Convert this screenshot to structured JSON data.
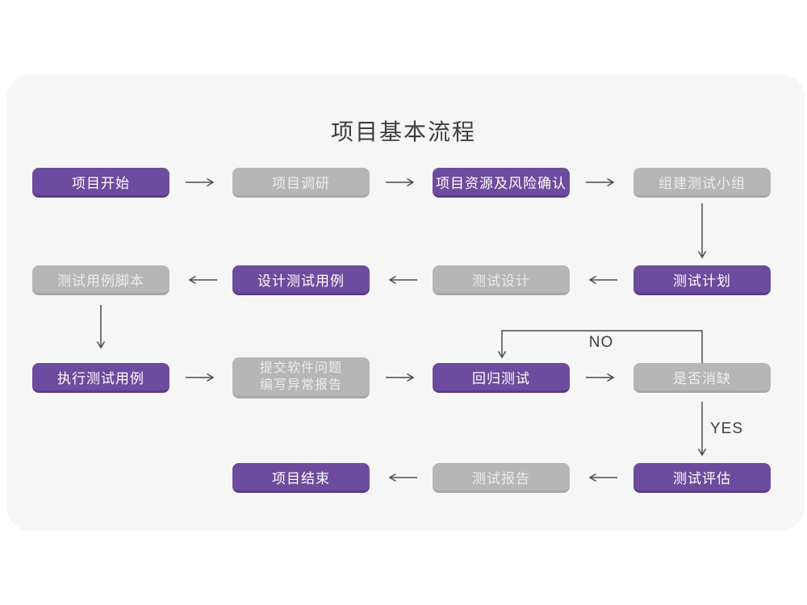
{
  "title": "项目基本流程",
  "decision_labels": {
    "no": "NO",
    "yes": "YES"
  },
  "colors": {
    "purple": "#6d4b9e",
    "purple_shadow": "#5a3c86",
    "gray": "#b6b6b6",
    "gray_shadow": "#a7a7a7",
    "arrow": "#4c4c4c",
    "canvas_background": "#f6f6f7",
    "page_background": "#ffffff",
    "title_text": "#3d3d3d"
  },
  "nodes": [
    {
      "label": "项目开始",
      "variant": "purple"
    },
    {
      "label": "项目调研",
      "variant": "gray"
    },
    {
      "label": "项目资源及风险确认",
      "variant": "purple"
    },
    {
      "label": "组建测试小组",
      "variant": "gray"
    },
    {
      "label": "测试计划",
      "variant": "purple"
    },
    {
      "label": "测试设计",
      "variant": "gray"
    },
    {
      "label": "设计测试用例",
      "variant": "purple"
    },
    {
      "label": "测试用例脚本",
      "variant": "gray"
    },
    {
      "label": "执行测试用例",
      "variant": "purple"
    },
    {
      "label": "提交软件问题\n编写异常报告",
      "variant": "gray"
    },
    {
      "label": "回归测试",
      "variant": "purple"
    },
    {
      "label": "是否消缺",
      "variant": "gray"
    },
    {
      "label": "测试评估",
      "variant": "purple"
    },
    {
      "label": "测试报告",
      "variant": "gray"
    },
    {
      "label": "项目结束",
      "variant": "purple"
    }
  ]
}
